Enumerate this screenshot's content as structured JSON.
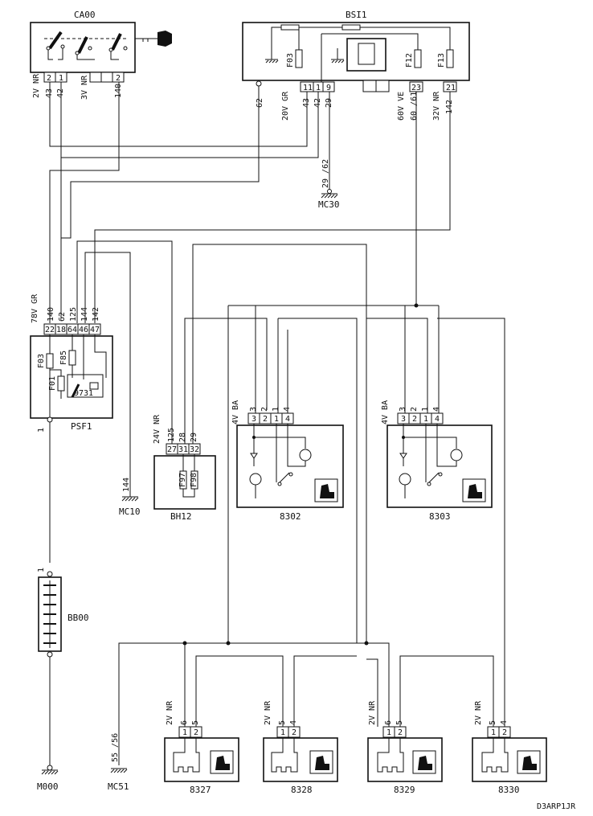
{
  "components": {
    "ca00": {
      "name": "CA00",
      "pins": [
        "2",
        "1",
        "2"
      ],
      "wires": [
        "43",
        "42",
        "140"
      ],
      "labels": [
        "2V NR",
        "3V NR"
      ]
    },
    "bsi1": {
      "name": "BSI1",
      "pins": [
        "11",
        "1",
        "9",
        "23",
        "21"
      ],
      "wires": [
        "62",
        "43",
        "42",
        "29",
        "60 /61",
        "142"
      ],
      "labels": [
        "20V GR",
        "60V VE",
        "32V NR"
      ],
      "fuses": [
        "F03",
        "F12",
        "F13"
      ]
    },
    "psf1": {
      "name": "PSF1",
      "connector": "78V GR",
      "pins": [
        "22",
        "18",
        "64",
        "46",
        "47"
      ],
      "wires": [
        "140",
        "62",
        "125",
        "144",
        "142"
      ],
      "fuses": [
        "F03",
        "F85",
        "F01"
      ],
      "relay": "9731",
      "ground_pin": "1"
    },
    "bh12": {
      "name": "BH12",
      "connector": "24V NR",
      "pins": [
        "27",
        "31",
        "32"
      ],
      "wires": [
        "125",
        "28",
        "29"
      ],
      "fuses": [
        "F97",
        "F98"
      ]
    },
    "s8302": {
      "name": "8302",
      "connector": "4V BA",
      "pins": [
        "3",
        "2",
        "1",
        "4"
      ],
      "wires": [
        "3",
        "2",
        "1",
        "4"
      ]
    },
    "s8303": {
      "name": "8303",
      "connector": "4V BA",
      "pins": [
        "3",
        "2",
        "1",
        "4"
      ],
      "wires": [
        "3",
        "2",
        "1",
        "4"
      ]
    },
    "bb00": {
      "name": "BB00",
      "pin_top": "1",
      "ground_wire": "1"
    },
    "h8327": {
      "name": "8327",
      "connector": "2V NR",
      "pins": [
        "1",
        "2"
      ],
      "wires": [
        "6",
        "5"
      ]
    },
    "h8328": {
      "name": "8328",
      "connector": "2V NR",
      "pins": [
        "1",
        "2"
      ],
      "wires": [
        "5",
        "4"
      ]
    },
    "h8329": {
      "name": "8329",
      "connector": "2V NR",
      "pins": [
        "1",
        "2"
      ],
      "wires": [
        "6",
        "5"
      ]
    },
    "h8330": {
      "name": "8330",
      "connector": "2V NR",
      "pins": [
        "1",
        "2"
      ],
      "wires": [
        "5",
        "4"
      ]
    }
  },
  "grounds": {
    "mc30": {
      "name": "MC30",
      "wire": "29 /62"
    },
    "mc10": {
      "name": "MC10",
      "wire": "144"
    },
    "m000": {
      "name": "M000"
    },
    "mc51": {
      "name": "MC51",
      "wire": "55 /56"
    }
  },
  "footer": {
    "code": "D3ARP1JR"
  }
}
